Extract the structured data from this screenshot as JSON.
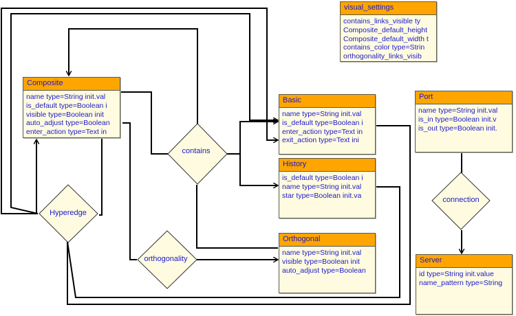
{
  "diagram": {
    "classes": {
      "visual_settings": {
        "name": "visual_settings",
        "attributes": [
          "contains_links_visible ty",
          "Composite_default_height",
          "Composite_default_width t",
          "contains_color type=Strin",
          "orthogonality_links_visib"
        ]
      },
      "composite": {
        "name": "Composite",
        "attributes": [
          "name type=String init.val",
          "is_default type=Boolean i",
          "visible type=Boolean init",
          "auto_adjust type=Boolean",
          "enter_action type=Text in"
        ]
      },
      "basic": {
        "name": "Basic",
        "attributes": [
          "name type=String init.val",
          "is_default type=Boolean i",
          "enter_action type=Text in",
          "exit_action type=Text ini"
        ]
      },
      "history": {
        "name": "History",
        "attributes": [
          "is_default type=Boolean i",
          "name type=String init.val",
          "star type=Boolean init.va"
        ]
      },
      "orthogonal": {
        "name": "Orthogonal",
        "attributes": [
          "name type=String init.val",
          "visible type=Boolean init",
          "auto_adjust type=Boolean"
        ]
      },
      "port": {
        "name": "Port",
        "attributes": [
          "name type=String init.val",
          "is_in type=Boolean init.v",
          "is_out type=Boolean init."
        ]
      },
      "server": {
        "name": "Server",
        "attributes": [
          "id type=String init.value",
          "name_pattern type=String"
        ]
      }
    },
    "relations": {
      "contains": {
        "label": "contains"
      },
      "hyperedge": {
        "label": "Hyperedge"
      },
      "orthogonality": {
        "label": "orthogonality"
      },
      "connection": {
        "label": "connection"
      }
    },
    "colors": {
      "header_fill": "#ffa500",
      "body_fill": "#fffbe0",
      "text": "#1a1acc",
      "line": "#000000"
    }
  }
}
